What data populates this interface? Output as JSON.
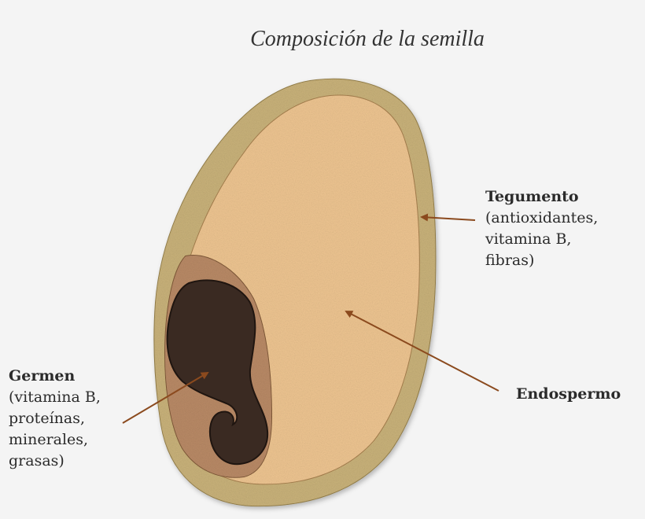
{
  "title": "Composición de la semilla",
  "labels": {
    "tegumento": {
      "heading": "Tegumento",
      "lines": [
        "(antioxidantes,",
        "vitamina B,",
        "fibras)"
      ]
    },
    "endospermo": {
      "heading": "Endospermo"
    },
    "germen": {
      "heading": "Germen",
      "lines": [
        "(vitamina B,",
        "proteínas,",
        "minerales,",
        "grasas)"
      ]
    }
  },
  "colors": {
    "background": "#f4f4f4",
    "tegumento": "#c9b27a",
    "endospermo": "#eec591",
    "germen_outer": "#b98a66",
    "germen_inner": "#3a2a22",
    "arrow": "#8b4a1e"
  }
}
